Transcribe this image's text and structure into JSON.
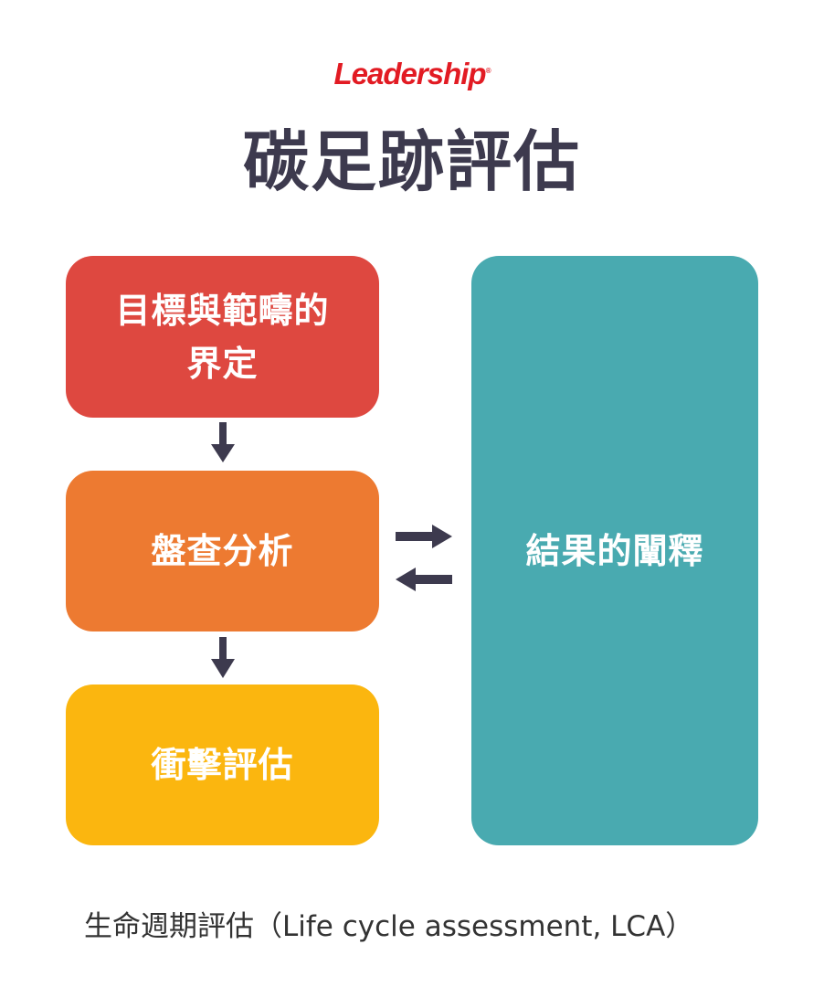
{
  "logo": "Leadership",
  "title": "碳足跡評估",
  "steps": [
    {
      "label": "目標與範疇的界定",
      "color": "#de4840"
    },
    {
      "label": "盤查分析",
      "color": "#ed7a31"
    },
    {
      "label": "衝擊評估",
      "color": "#fbb60f"
    }
  ],
  "interpretation": {
    "label": "結果的闡釋",
    "color": "#49aab0"
  },
  "arrow_color": "#3d3a4e",
  "footer": "生命週期評估（Life cycle assessment, LCA）"
}
